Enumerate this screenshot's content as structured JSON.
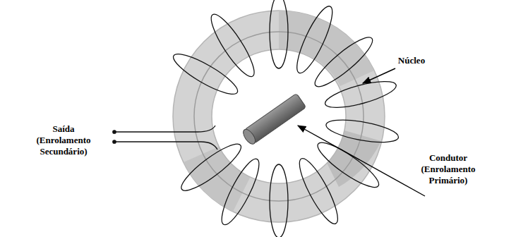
{
  "diagram": {
    "labels": [
      "Núcleo",
      "Saída (Enrolamento Secundário)",
      "Condutor (Enrolamento Primário)"
    ]
  }
}
